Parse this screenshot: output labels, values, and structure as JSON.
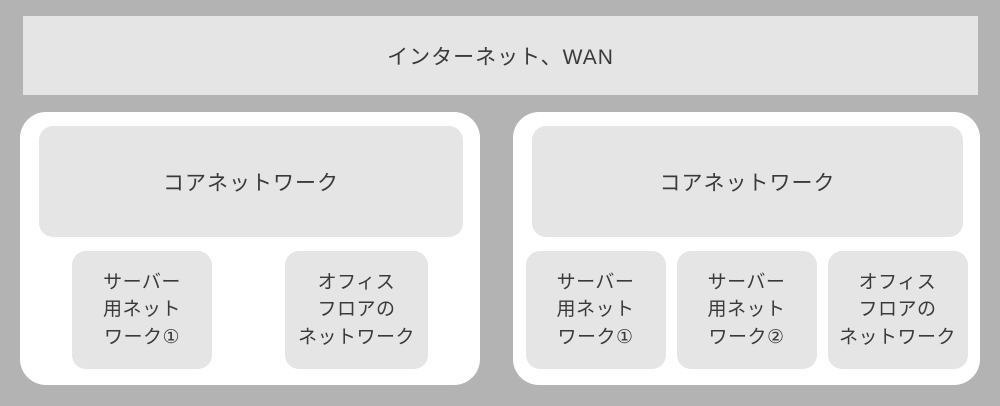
{
  "colors": {
    "background": "#b3b3b3",
    "panel-fill": "#ffffff",
    "box-fill": "#e5e5e6",
    "text": "#3a3a3a"
  },
  "banner": {
    "label": "インターネット、WAN"
  },
  "panels": [
    {
      "core_label": "コアネットワーク",
      "sub_networks": [
        {
          "label": "サーバー\n用ネット\nワーク①"
        },
        {
          "label": "オフィス\nフロアの\nネットワーク"
        }
      ]
    },
    {
      "core_label": "コアネットワーク",
      "sub_networks": [
        {
          "label": "サーバー\n用ネット\nワーク①"
        },
        {
          "label": "サーバー\n用ネット\nワーク②"
        },
        {
          "label": "オフィス\nフロアの\nネットワーク"
        }
      ]
    }
  ]
}
